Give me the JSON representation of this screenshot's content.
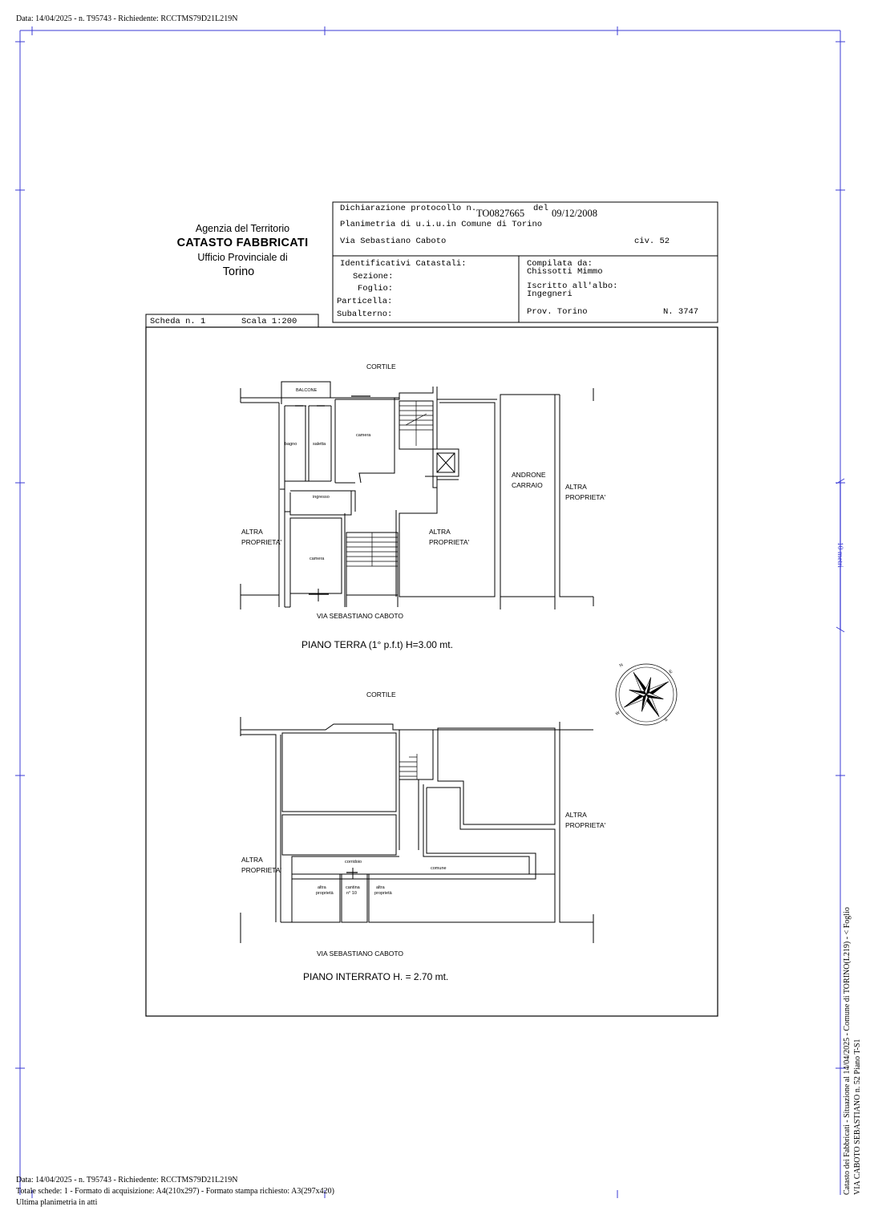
{
  "header_top": "Data: 14/04/2025 - n. T95743 - Richiedente: RCCTMS79D21L219N",
  "agency": {
    "line1": "Agenzia del Territorio",
    "line2": "CATASTO FABBRICATI",
    "line3": "Ufficio Provinciale di",
    "line4": "Torino"
  },
  "declaration": {
    "label": "Dichiarazione protocollo n.",
    "protocol": "TO0827665",
    "del_label": "del",
    "date": "09/12/2008",
    "planimetria": "Planimetria di u.i.u.in Comune di Torino",
    "via": "Via Sebastiano Caboto",
    "civ": "civ. 52"
  },
  "identificativi": {
    "title": "Identificativi Catastali:",
    "sezione": "Sezione:",
    "foglio": "Foglio:",
    "particella": "Particella:",
    "subalterno": "Subalterno:"
  },
  "compilata": {
    "label": "Compilata da:",
    "name": "Chissotti Mimmo",
    "albo_label": "Iscritto all'albo:",
    "albo": "Ingegneri",
    "prov": "Prov. Torino",
    "num": "N.  3747"
  },
  "scheda": {
    "num": "Scheda n. 1",
    "scala": "Scala 1:200"
  },
  "ground_floor": {
    "cortile": "CORTILE",
    "balcone": "BALCONE",
    "bagno": "bagno",
    "saletta": "saletta",
    "camera1": "camera",
    "ingresso": "ingresso",
    "camera2": "camera",
    "androne_1": "ANDRONE",
    "androne_2": "CARRAIO",
    "altra_left_1": "ALTRA",
    "altra_left_2": "PROPRIETA'",
    "altra_mid_1": "ALTRA",
    "altra_mid_2": "PROPRIETA'",
    "altra_right_1": "ALTRA",
    "altra_right_2": "PROPRIETA'",
    "via": "VIA SEBASTIANO CABOTO",
    "title": "PIANO TERRA (1° p.f.t) H=3.00 mt."
  },
  "basement": {
    "cortile": "CORTILE",
    "altra_left_1": "ALTRA",
    "altra_left_2": "PROPRIETA'",
    "altra_right_1": "ALTRA",
    "altra_right_2": "PROPRIETA'",
    "corridoio": "corridoio",
    "comune": "comune",
    "altra_prop_a_1": "altra",
    "altra_prop_a_2": "proprietà",
    "cantina_1": "cantina",
    "cantina_2": "n° 10",
    "altra_prop_b_1": "altra",
    "altra_prop_b_2": "proprietà",
    "via": "VIA SEBASTIANO CABOTO",
    "title": "PIANO INTERRATO  H. = 2.70 mt."
  },
  "compass": {
    "n": "N",
    "e": "E",
    "s": "S",
    "w": "W"
  },
  "scale_bar": "10 metri",
  "side_text_1": "Catasto dei Fabbricati - Situazione al 14/04/2025 - Comune di TORINO(L219) - < Foglio",
  "side_text_2": "VIA CABOTO SEBASTIANO n. 52 Piano T-S1",
  "footer": {
    "line1": "Data: 14/04/2025 - n. T95743 - Richiedente: RCCTMS79D21L219N",
    "line2": "Totale schede: 1 - Formato di acquisizione: A4(210x297)  - Formato stampa richiesto: A3(297x420)",
    "line3": "Ultima planimetria in atti"
  },
  "colors": {
    "frame_blue": "#3b3bd6",
    "ink": "#000000"
  }
}
